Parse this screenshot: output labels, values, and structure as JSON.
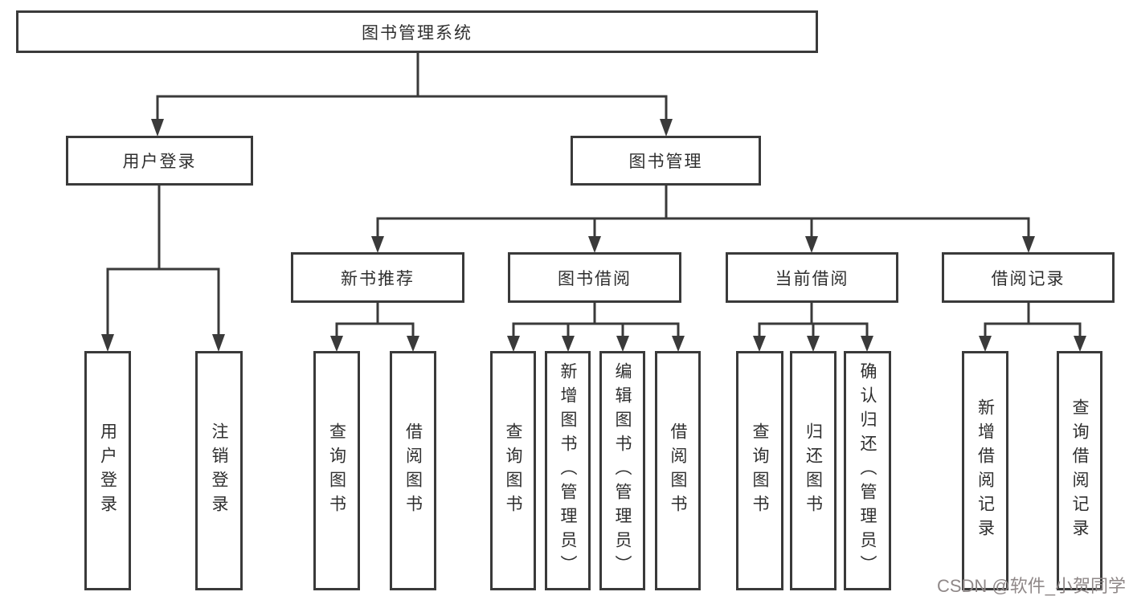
{
  "diagram": {
    "root": {
      "label": "图书管理系统"
    },
    "level2": {
      "user_login": {
        "label": "用户登录"
      },
      "book_mgmt": {
        "label": "图书管理"
      }
    },
    "level3": {
      "new_books": {
        "label": "新书推荐"
      },
      "book_borrow": {
        "label": "图书借阅"
      },
      "current_borrow": {
        "label": "当前借阅"
      },
      "borrow_records": {
        "label": "借阅记录"
      }
    },
    "leaves": {
      "user_login": [
        "用户登录",
        "注销登录"
      ],
      "new_books": [
        "查询图书",
        "借阅图书"
      ],
      "book_borrow": [
        "查询图书",
        "新增图书（管理员）",
        "编辑图书（管理员）",
        "借阅图书"
      ],
      "current_borrow": [
        "查询图书",
        "归还图书",
        "确认归还（管理员）"
      ],
      "borrow_records": [
        "新增借阅记录",
        "查询借阅记录"
      ]
    }
  },
  "watermark": {
    "text": "CSDN @软件_小贺同学"
  },
  "colors": {
    "line": "#3a3a3a",
    "text": "#2f2f2f",
    "watermark": "#8f8888",
    "bg": "#ffffff"
  }
}
